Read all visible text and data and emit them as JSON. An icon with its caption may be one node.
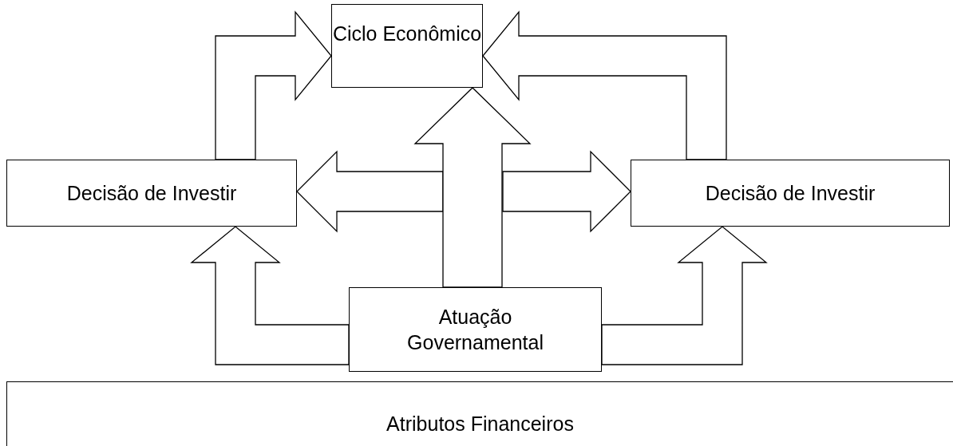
{
  "diagram": {
    "nodes": [
      {
        "text": [
          "Ciclo Econômico"
        ]
      },
      {
        "text": [
          "Decisão de Investir"
        ]
      },
      {
        "text": [
          "Decisão de Investir"
        ]
      },
      {
        "text": [
          "Atuação Governamental"
        ]
      },
      {
        "text": [
          "Atributos Financeiros"
        ]
      }
    ],
    "edges": [
      {
        "from": 3,
        "to": 1,
        "arrow": "to"
      },
      {
        "from": 3,
        "to": 2,
        "arrow": "to"
      },
      {
        "from": 1,
        "to": 0,
        "arrow": "to"
      },
      {
        "from": 2,
        "to": 0,
        "arrow": "to"
      },
      {
        "from": 3,
        "to": 1,
        "arrow": "to"
      },
      {
        "from": 3,
        "to": 2,
        "arrow": "to"
      },
      {
        "from": 3,
        "to": 0,
        "arrow": "to"
      }
    ]
  }
}
